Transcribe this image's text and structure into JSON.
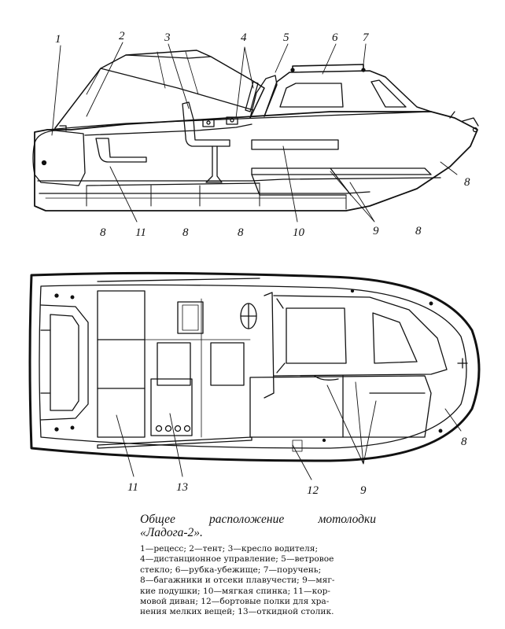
{
  "caption": {
    "title_line1": "Общее расположение мотолодки",
    "title_line2": "«Ладога-2».",
    "legend_lines": [
      "1—рецесс; 2—тент; 3—кресло водителя;",
      "4—дистанционное управление; 5—ветровое",
      "стекло; 6—рубка-убежище; 7—поручень;",
      "8—багажники и отсеки плавучести; 9—мяг-",
      "кие подушки; 10—мягкая спинка; 11—кор-",
      "мовой диван; 12—бортовые полки для хра-",
      "нения мелких вещей; 13—откидной столик."
    ]
  },
  "side_view": {
    "callouts": [
      "1",
      "2",
      "3",
      "4",
      "5",
      "6",
      "7",
      "8",
      "8",
      "11",
      "8",
      "8",
      "10",
      "9",
      "8"
    ]
  },
  "top_view": {
    "callouts": [
      "11",
      "13",
      "12",
      "9",
      "8"
    ]
  }
}
